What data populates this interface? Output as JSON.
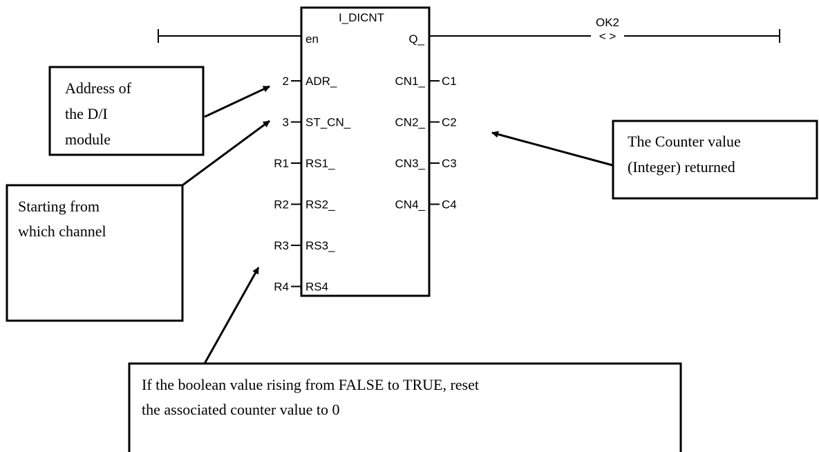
{
  "function_block": {
    "name": "I_DICNT",
    "en_label": "en",
    "q_label": "Q_",
    "inputs": [
      {
        "pin": "ADR_",
        "value": "2"
      },
      {
        "pin": "ST_CN_",
        "value": "3"
      },
      {
        "pin": "RS1_",
        "value": "R1"
      },
      {
        "pin": "RS2_",
        "value": "R2"
      },
      {
        "pin": "RS3_",
        "value": "R3"
      },
      {
        "pin": "RS4",
        "value": "R4"
      }
    ],
    "outputs": [
      {
        "pin": "CN1_",
        "value": "C1"
      },
      {
        "pin": "CN2_",
        "value": "C2"
      },
      {
        "pin": "CN3_",
        "value": "C3"
      },
      {
        "pin": "CN4_",
        "value": "C4"
      }
    ]
  },
  "coil": {
    "label": "OK2",
    "symbol": "< >"
  },
  "callouts": {
    "address": [
      "Address of",
      "the D/I",
      "module"
    ],
    "channel": [
      "Starting from",
      "which channel"
    ],
    "counter": [
      "The Counter value",
      "(Integer) returned"
    ],
    "reset": [
      "If the boolean value rising from FALSE to TRUE, reset",
      "the associated counter value to 0"
    ]
  }
}
